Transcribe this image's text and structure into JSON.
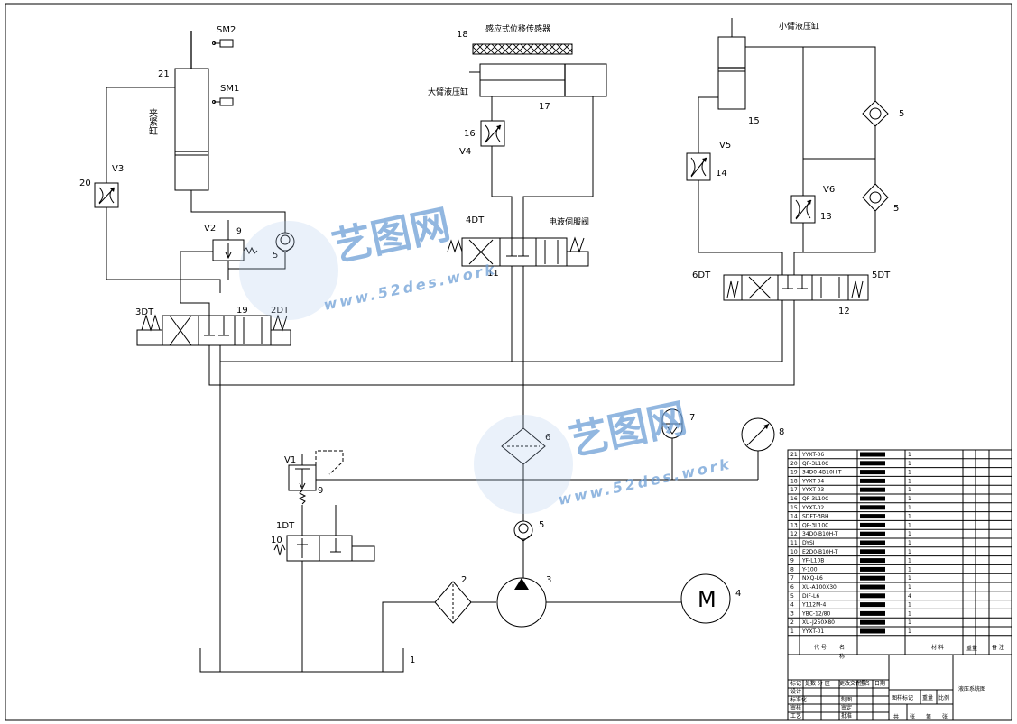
{
  "labels": {
    "sm2": "SM2",
    "sm1": "SM1",
    "n21": "21",
    "clamp_cyl": "夹紧缸",
    "v3": "V3",
    "n20": "20",
    "v2": "V2",
    "n9a": "9",
    "n5a": "5",
    "dt3": "3DT",
    "n19": "19",
    "dt2": "2DT",
    "n18": "18",
    "sensor": "感应式位移传感器",
    "big_arm": "大臂液压缸",
    "n17": "17",
    "n16": "16",
    "v4": "V4",
    "dt4": "4DT",
    "servo": "电液伺服阀",
    "n11": "11",
    "small_arm": "小臂液压缸",
    "n15": "15",
    "v5": "V5",
    "n14": "14",
    "n5b": "5",
    "n5c": "5",
    "v6": "V6",
    "n13": "13",
    "dt6": "6DT",
    "dt5": "5DT",
    "n12": "12",
    "n6": "6",
    "n7": "7",
    "n8": "8",
    "v1": "V1",
    "n9b": "9",
    "n5d": "5",
    "dt1": "1DT",
    "n10": "10",
    "n2": "2",
    "n3": "3",
    "n4": "4",
    "motor": "M",
    "n1": "1"
  },
  "watermark": {
    "brand": "艺图网",
    "url": "www.52des.work"
  },
  "parts_list": {
    "rows": [
      {
        "no": "21",
        "code": "YYXT-06",
        "qty": "1"
      },
      {
        "no": "20",
        "code": "QF-3L10C",
        "qty": "1"
      },
      {
        "no": "19",
        "code": "34D0-4B10H-T",
        "qty": "1"
      },
      {
        "no": "18",
        "code": "YYXT-04",
        "qty": "1"
      },
      {
        "no": "17",
        "code": "YYXT-03",
        "qty": "1"
      },
      {
        "no": "16",
        "code": "QF-3L10C",
        "qty": "1"
      },
      {
        "no": "15",
        "code": "YYXT-02",
        "qty": "1"
      },
      {
        "no": "14",
        "code": "SDFT-3BH",
        "qty": "1"
      },
      {
        "no": "13",
        "code": "QF-3L10C",
        "qty": "1"
      },
      {
        "no": "12",
        "code": "34D0-B10H-T",
        "qty": "1"
      },
      {
        "no": "11",
        "code": "DYSI",
        "qty": "1"
      },
      {
        "no": "10",
        "code": "E2D0-B10H-T",
        "qty": "1"
      },
      {
        "no": "9",
        "code": "YF-L10B",
        "qty": "1"
      },
      {
        "no": "8",
        "code": "Y-100",
        "qty": "1"
      },
      {
        "no": "7",
        "code": "NXQ-L6",
        "qty": "1"
      },
      {
        "no": "6",
        "code": "XU-A100X30",
        "qty": "1"
      },
      {
        "no": "5",
        "code": "DIF-L6",
        "qty": "4"
      },
      {
        "no": "4",
        "code": "Y112M-4",
        "qty": "1"
      },
      {
        "no": "3",
        "code": "YBC-12/80",
        "qty": "1"
      },
      {
        "no": "2",
        "code": "XU-J250X80",
        "qty": "1"
      },
      {
        "no": "1",
        "code": "YYXT-01",
        "qty": "1"
      }
    ],
    "header": {
      "code": "代 号",
      "name": "名",
      "name2": "称",
      "material": "材 料",
      "weight": "重量",
      "remark": "备 注"
    }
  },
  "title_block": {
    "drawing_title": "液压系统图",
    "mark": "标记",
    "count": "处数",
    "zone": "分 区",
    "change_doc": "更改文件号",
    "sign": "签名",
    "date": "日期",
    "design": "设计",
    "standardize": "标准化",
    "stage_mark": "图样标记",
    "weight": "重量",
    "scale": "比例",
    "check": "审核",
    "craft": "工艺",
    "approve": "批准",
    "total": "共",
    "sheet": "张",
    "page": "第",
    "sheet2": "张",
    "draw": "制图",
    "approve2": "审定"
  }
}
